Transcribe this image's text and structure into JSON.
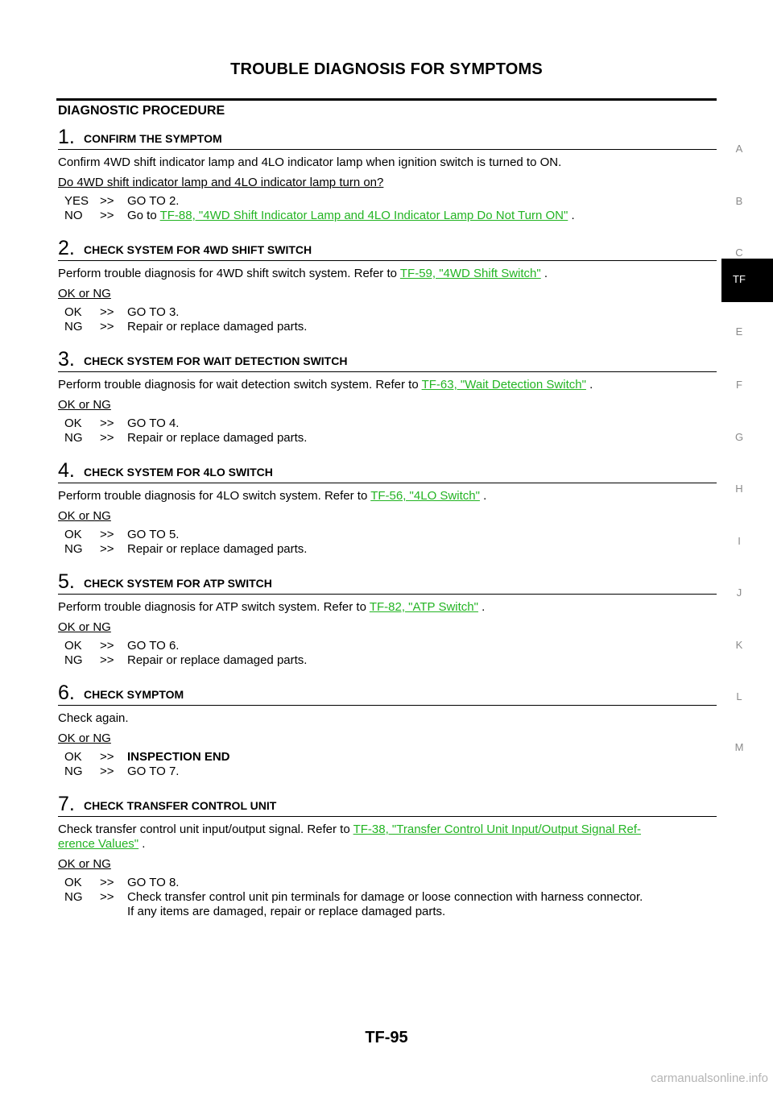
{
  "header": {
    "title": "TROUBLE DIAGNOSIS FOR SYMPTOMS"
  },
  "section": {
    "heading": "DIAGNOSTIC PROCEDURE"
  },
  "steps": [
    {
      "num": "1.",
      "title": "CONFIRM THE SYMPTOM",
      "desc": "Confirm 4WD shift indicator lamp and 4LO indicator lamp when ignition switch is turned to ON.",
      "question": "Do 4WD shift indicator lamp and 4LO indicator lamp turn on?",
      "answers": [
        {
          "key": "YES",
          "arrow": ">>",
          "text": "GO TO 2."
        },
        {
          "key": "NO",
          "arrow": ">>",
          "prefix": "Go to ",
          "link": "TF-88, \"4WD Shift Indicator Lamp and 4LO Indicator Lamp Do Not Turn ON\"",
          "suffix": " ."
        }
      ]
    },
    {
      "num": "2.",
      "title": "CHECK SYSTEM FOR 4WD SHIFT SWITCH",
      "desc_prefix": "Perform trouble diagnosis for 4WD shift switch system. Refer to ",
      "desc_link": "TF-59, \"4WD Shift Switch\"",
      "desc_suffix": " .",
      "question": "OK or NG",
      "answers": [
        {
          "key": "OK",
          "arrow": ">>",
          "text": "GO TO 3."
        },
        {
          "key": "NG",
          "arrow": ">>",
          "text": "Repair or replace damaged parts."
        }
      ]
    },
    {
      "num": "3.",
      "title": "CHECK SYSTEM FOR WAIT DETECTION SWITCH",
      "desc_prefix": "Perform trouble diagnosis for wait detection switch system. Refer to ",
      "desc_link": "TF-63, \"Wait Detection Switch\"",
      "desc_suffix": " .",
      "question": "OK or NG",
      "answers": [
        {
          "key": "OK",
          "arrow": ">>",
          "text": "GO TO 4."
        },
        {
          "key": "NG",
          "arrow": ">>",
          "text": "Repair or replace damaged parts."
        }
      ]
    },
    {
      "num": "4.",
      "title": "CHECK SYSTEM FOR 4LO SWITCH",
      "desc_prefix": "Perform trouble diagnosis for 4LO switch system. Refer to ",
      "desc_link": "TF-56, \"4LO Switch\"",
      "desc_suffix": " .",
      "question": "OK or NG",
      "answers": [
        {
          "key": "OK",
          "arrow": ">>",
          "text": "GO TO 5."
        },
        {
          "key": "NG",
          "arrow": ">>",
          "text": "Repair or replace damaged parts."
        }
      ]
    },
    {
      "num": "5.",
      "title": "CHECK SYSTEM FOR ATP SWITCH",
      "desc_prefix": "Perform trouble diagnosis for ATP switch system. Refer to ",
      "desc_link": "TF-82, \"ATP Switch\"",
      "desc_suffix": " .",
      "question": "OK or NG",
      "answers": [
        {
          "key": "OK",
          "arrow": ">>",
          "text": "GO TO 6."
        },
        {
          "key": "NG",
          "arrow": ">>",
          "text": "Repair or replace damaged parts."
        }
      ]
    },
    {
      "num": "6.",
      "title": "CHECK SYMPTOM",
      "desc": "Check again.",
      "question": "OK or NG",
      "answers": [
        {
          "key": "OK",
          "arrow": ">>",
          "text": "INSPECTION END"
        },
        {
          "key": "NG",
          "arrow": ">>",
          "text": "GO TO 7."
        }
      ]
    },
    {
      "num": "7.",
      "title": "CHECK TRANSFER CONTROL UNIT",
      "desc_prefix": "Check transfer control unit input/output signal. Refer to ",
      "desc_link_1": "TF-38, \"Transfer Control Unit Input/Output Signal Ref-",
      "desc_link_2": "erence Values\"",
      "desc_suffix": " .",
      "question": "OK or NG",
      "answers": [
        {
          "key": "OK",
          "arrow": ">>",
          "text": "GO TO 8."
        },
        {
          "key": "NG",
          "arrow": ">>",
          "text_1": "Check transfer control unit pin terminals for damage or loose connection with harness connector.",
          "text_2": "If any items are damaged, repair or replace damaged parts."
        }
      ]
    }
  ],
  "sidebar": {
    "letters": [
      "A",
      "B",
      "C",
      "E",
      "F",
      "G",
      "H",
      "I",
      "J",
      "K",
      "L",
      "M"
    ],
    "active_tab": "TF"
  },
  "footer": {
    "page_number": "TF-95",
    "watermark": "carmanualsonline.info"
  },
  "colors": {
    "link": "#23b423",
    "tab": "#000000"
  }
}
